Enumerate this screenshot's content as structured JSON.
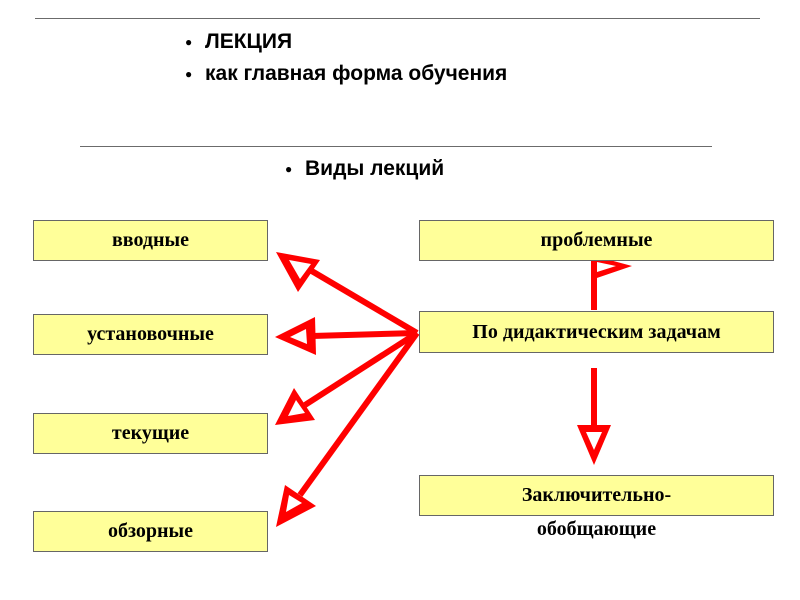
{
  "header": {
    "items": [
      "ЛЕКЦИЯ",
      "как главная форма обучения"
    ]
  },
  "section": {
    "title": "Виды лекций"
  },
  "diagram": {
    "center": "По дидактическим задачам",
    "left_boxes": [
      "вводные",
      "установочные",
      "текущие",
      "обзорные"
    ],
    "right_top": "проблемные",
    "right_bottom_line1": "Заключительно-",
    "right_bottom_line2": "обобщающие",
    "colors": {
      "box_fill": "#ffff99",
      "arrow": "#ff0000"
    }
  }
}
